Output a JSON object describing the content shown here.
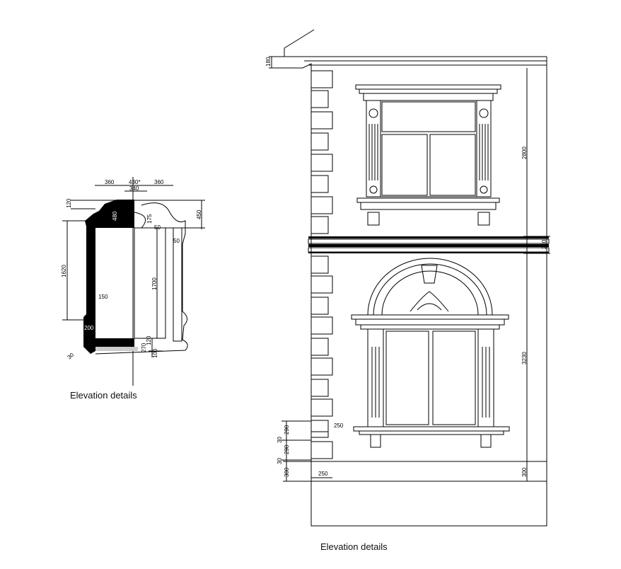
{
  "captions": {
    "left": "Elevation details",
    "right": "Elevation details"
  },
  "left_dims": {
    "d360a": "360",
    "d430": "430*",
    "d360b": "360",
    "d340": "340",
    "d120": "120",
    "d175": "175",
    "d450": "450",
    "d50a": "50",
    "d50b": "50",
    "d1620": "1620",
    "d1700": "1700",
    "d150": "150",
    "d200": "200",
    "d270": "270",
    "d120b": "120",
    "d100": "100",
    "d30": "30",
    "block": "480"
  },
  "right_dims": {
    "d180": "180",
    "d2800": "2800",
    "d250band": "250",
    "d3230": "3230",
    "d300r": "300",
    "d290a": "290",
    "d30a": "30",
    "d290b": "290",
    "d30b": "30",
    "d300l": "300",
    "d250a": "250",
    "d250b": "250"
  }
}
